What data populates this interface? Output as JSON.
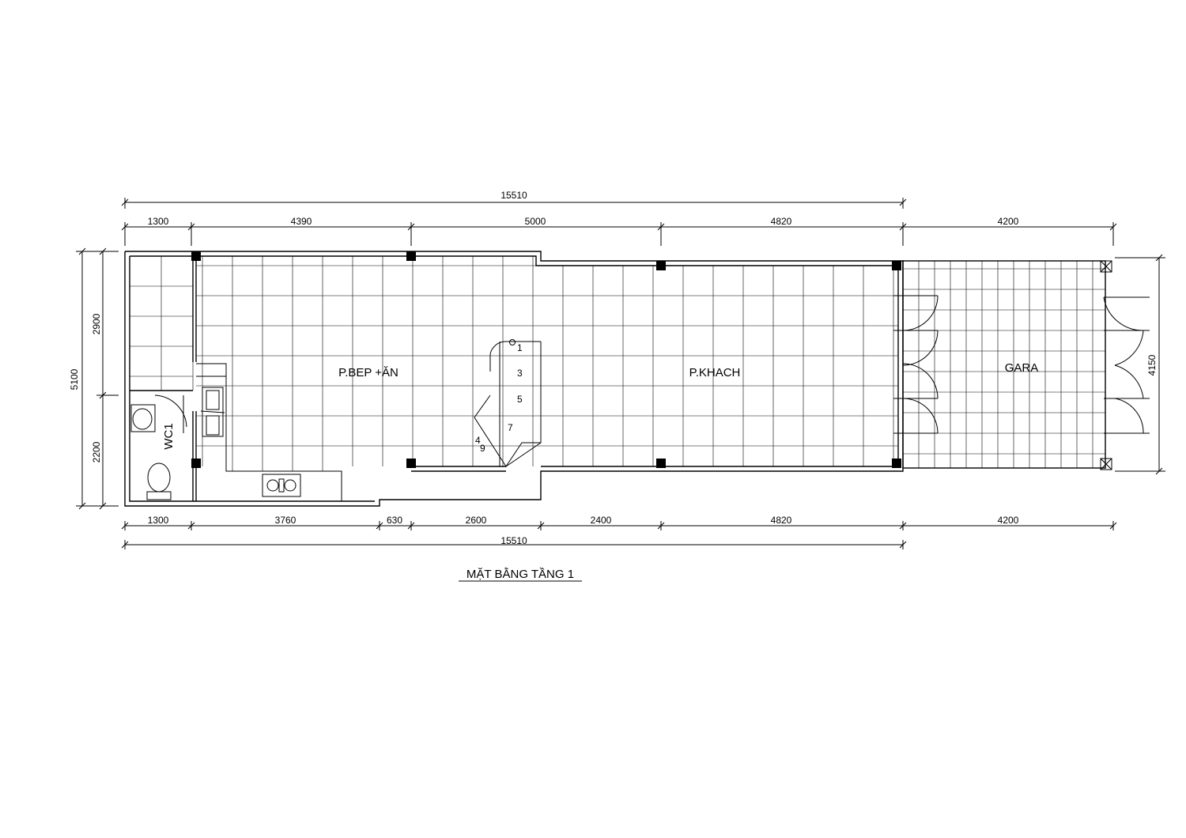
{
  "plan": {
    "title": "MẶT BẰNG TẦNG 1",
    "rooms": {
      "kitchen_dining": "P.BEP +ĂN",
      "living": "P.KHACH",
      "garage": "GARA",
      "wc": "WC1"
    },
    "dimensions": {
      "top_total": "15510",
      "top_segments": [
        "1300",
        "4390",
        "5000",
        "4820",
        "4200"
      ],
      "bottom_segments": [
        "1300",
        "3760",
        "630",
        "2600",
        "2400",
        "4820",
        "4200"
      ],
      "bottom_total": "15510",
      "left_total": "5100",
      "left_segments": [
        "2900",
        "2200"
      ],
      "right_total": "4150"
    },
    "stair_steps": [
      "1",
      "3",
      "5",
      "7",
      "4",
      "9"
    ]
  }
}
